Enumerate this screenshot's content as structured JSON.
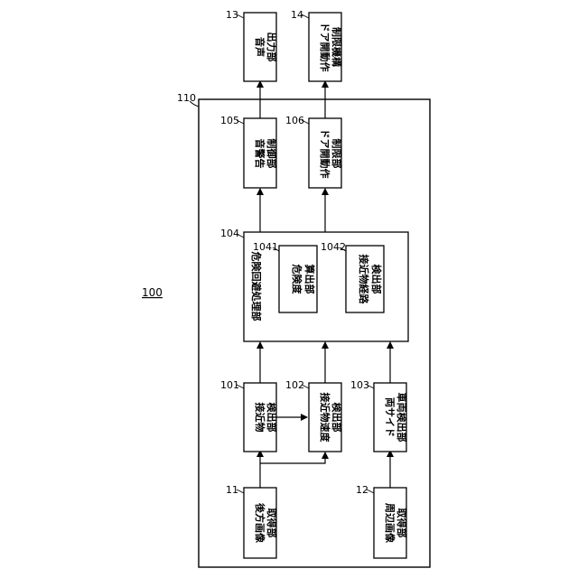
{
  "system_label": "100",
  "frame_label": "110",
  "blocks": {
    "b11": {
      "ref": "11",
      "line1": "後方画像",
      "line2": "取得部"
    },
    "b12": {
      "ref": "12",
      "line1": "周辺画像",
      "line2": "取得部"
    },
    "b101": {
      "ref": "101",
      "line1": "接近物",
      "line2": "検出部"
    },
    "b102": {
      "ref": "102",
      "line1": "接近物速度",
      "line2": "検出部"
    },
    "b103": {
      "ref": "103",
      "line1": "両サイド",
      "line2": "車両検出部"
    },
    "b104": {
      "ref": "104",
      "line1": "危険回避処理部"
    },
    "b1041": {
      "ref": "1041",
      "line1": "危険度",
      "line2": "算出部"
    },
    "b1042": {
      "ref": "1042",
      "line1": "接近物経路",
      "line2": "検出部"
    },
    "b105": {
      "ref": "105",
      "line1": "音警告",
      "line2": "制御部"
    },
    "b106": {
      "ref": "106",
      "line1": "ドア開動作",
      "line2": "制限部"
    },
    "b13": {
      "ref": "13",
      "line1": "音声",
      "line2": "出力部"
    },
    "b14": {
      "ref": "14",
      "line1": "ドア開動作",
      "line2": "制限機構"
    }
  }
}
